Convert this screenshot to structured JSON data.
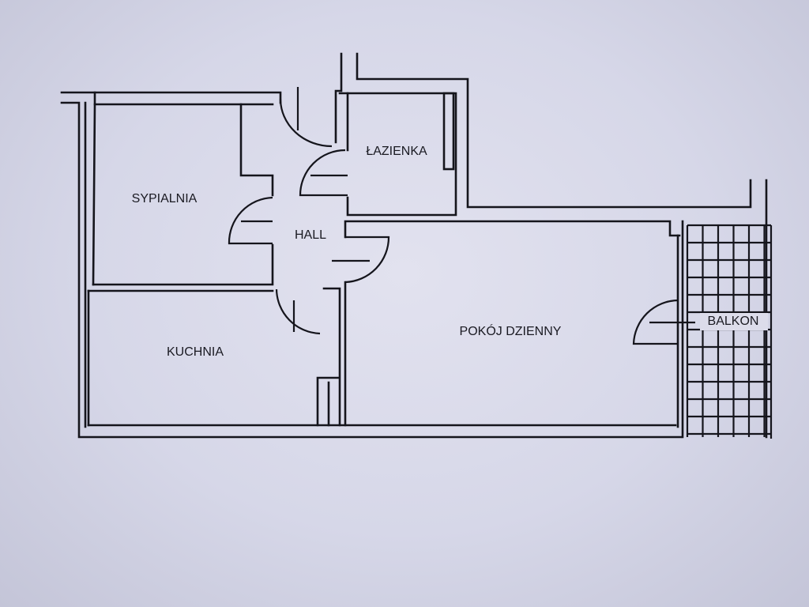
{
  "title": "Floor plan",
  "rooms": {
    "bedroom": "SYPIALNIA",
    "bathroom": "ŁAZIENKA",
    "hall": "HALL",
    "kitchen": "KUCHNIA",
    "living_room": "POKÓJ DZIENNY",
    "balcony": "BALKON"
  },
  "colors": {
    "line": "#15151c",
    "paper": "#d8d9e8"
  }
}
